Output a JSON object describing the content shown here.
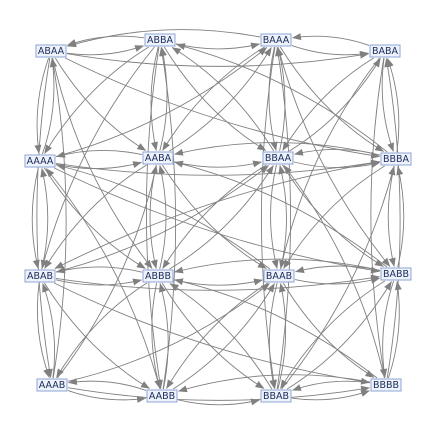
{
  "nodes": [
    {
      "id": "ABAA",
      "label": "ABAA"
    },
    {
      "id": "ABBA",
      "label": "ABBA"
    },
    {
      "id": "BAAA",
      "label": "BAAA"
    },
    {
      "id": "BABA",
      "label": "BABA"
    },
    {
      "id": "AAAA",
      "label": "AAAA"
    },
    {
      "id": "AABA",
      "label": "AABA"
    },
    {
      "id": "BBAA",
      "label": "BBAA"
    },
    {
      "id": "BBBA",
      "label": "BBBA"
    },
    {
      "id": "ABAB",
      "label": "ABAB"
    },
    {
      "id": "ABBB",
      "label": "ABBB"
    },
    {
      "id": "BAAB",
      "label": "BAAB"
    },
    {
      "id": "BABB",
      "label": "BABB"
    },
    {
      "id": "AAAB",
      "label": "AAAB"
    },
    {
      "id": "AABB",
      "label": "AABB"
    },
    {
      "id": "BBAB",
      "label": "BBAB"
    },
    {
      "id": "BBBB",
      "label": "BBBB"
    }
  ],
  "edges": [
    [
      "ABAA",
      "ABBA"
    ],
    [
      "ABBA",
      "BAAA"
    ],
    [
      "BAAA",
      "BABA"
    ],
    [
      "ABBA",
      "ABAA"
    ],
    [
      "BABA",
      "BAAA"
    ],
    [
      "BAAA",
      "ABAA"
    ],
    [
      "ABAA",
      "BABA"
    ],
    [
      "AAAA",
      "AABA"
    ],
    [
      "AABA",
      "BBAA"
    ],
    [
      "BBAA",
      "BBBA"
    ],
    [
      "BBBA",
      "BBAA"
    ],
    [
      "AABA",
      "AAAA"
    ],
    [
      "AAAA",
      "BBBA"
    ],
    [
      "BBBA",
      "AABA"
    ],
    [
      "ABAB",
      "ABBB"
    ],
    [
      "ABBB",
      "BAAB"
    ],
    [
      "BAAB",
      "BABB"
    ],
    [
      "BABB",
      "BAAB"
    ],
    [
      "ABBB",
      "ABAB"
    ],
    [
      "ABAB",
      "BABB"
    ],
    [
      "BABB",
      "ABBB"
    ],
    [
      "AAAB",
      "AABB"
    ],
    [
      "AABB",
      "BBAB"
    ],
    [
      "BBAB",
      "BBBB"
    ],
    [
      "BBBB",
      "BBAB"
    ],
    [
      "AABB",
      "AAAB"
    ],
    [
      "AAAB",
      "BBBB"
    ],
    [
      "BBBB",
      "AABB"
    ],
    [
      "ABAA",
      "AAAA"
    ],
    [
      "AAAA",
      "ABAB"
    ],
    [
      "ABAB",
      "AAAB"
    ],
    [
      "AAAB",
      "ABAB"
    ],
    [
      "ABAB",
      "AAAA"
    ],
    [
      "AAAA",
      "ABAA"
    ],
    [
      "ABAA",
      "AAAB"
    ],
    [
      "AAAB",
      "ABAA"
    ],
    [
      "ABBA",
      "AABA"
    ],
    [
      "AABA",
      "ABBB"
    ],
    [
      "ABBB",
      "AABB"
    ],
    [
      "AABB",
      "ABBB"
    ],
    [
      "ABBB",
      "AABA"
    ],
    [
      "AABA",
      "ABBA"
    ],
    [
      "ABBA",
      "AABB"
    ],
    [
      "AABB",
      "ABBA"
    ],
    [
      "BAAA",
      "BBAA"
    ],
    [
      "BBAA",
      "BAAB"
    ],
    [
      "BAAB",
      "BBAB"
    ],
    [
      "BBAB",
      "BAAB"
    ],
    [
      "BAAB",
      "BBAA"
    ],
    [
      "BBAA",
      "BAAA"
    ],
    [
      "BAAA",
      "BBAB"
    ],
    [
      "BBAB",
      "BAAA"
    ],
    [
      "BABA",
      "BBBA"
    ],
    [
      "BBBA",
      "BABB"
    ],
    [
      "BABB",
      "BBBB"
    ],
    [
      "BBBB",
      "BABB"
    ],
    [
      "BABB",
      "BBBA"
    ],
    [
      "BBBA",
      "BABA"
    ],
    [
      "BABA",
      "BBBB"
    ],
    [
      "BBBB",
      "BABA"
    ],
    [
      "ABAA",
      "AABA"
    ],
    [
      "AABA",
      "BAAA"
    ],
    [
      "ABBA",
      "AAAA"
    ],
    [
      "AAAA",
      "BAAA"
    ],
    [
      "BAAA",
      "AABA"
    ],
    [
      "BABA",
      "BBAA"
    ],
    [
      "BBAA",
      "ABBA"
    ],
    [
      "ABBA",
      "BBAA"
    ],
    [
      "BBAA",
      "BABA"
    ],
    [
      "BAAA",
      "BBBA"
    ],
    [
      "BBBA",
      "ABBA"
    ],
    [
      "ABAA",
      "BBBA"
    ],
    [
      "AAAA",
      "ABBB"
    ],
    [
      "ABBB",
      "BBAA"
    ],
    [
      "AABA",
      "ABAB"
    ],
    [
      "ABAB",
      "BBAA"
    ],
    [
      "BBAA",
      "BABB"
    ],
    [
      "BABB",
      "AABA"
    ],
    [
      "BBBA",
      "BAAB"
    ],
    [
      "BAAB",
      "AAAA"
    ],
    [
      "AABA",
      "BAAB"
    ],
    [
      "BBAA",
      "ABBB"
    ],
    [
      "BBBA",
      "ABAB"
    ],
    [
      "AAAA",
      "BABB"
    ],
    [
      "ABAB",
      "AABB"
    ],
    [
      "AABB",
      "BAAB"
    ],
    [
      "ABBB",
      "AAAB"
    ],
    [
      "AAAB",
      "BAAB"
    ],
    [
      "BAAB",
      "AABB"
    ],
    [
      "BABB",
      "BBAB"
    ],
    [
      "BBAB",
      "ABBB"
    ],
    [
      "ABBB",
      "BBAB"
    ],
    [
      "BBAB",
      "BABB"
    ],
    [
      "BAAB",
      "BBBB"
    ],
    [
      "BBBB",
      "ABBB"
    ],
    [
      "ABAB",
      "BBBB"
    ],
    [
      "ABAA",
      "ABBB"
    ],
    [
      "ABBA",
      "ABAB"
    ],
    [
      "BAAA",
      "BABB"
    ],
    [
      "BABA",
      "BAAB"
    ],
    [
      "AAAB",
      "AABA"
    ],
    [
      "AABB",
      "AAAA"
    ],
    [
      "BBAB",
      "BBBA"
    ],
    [
      "BBBB",
      "BBAA"
    ]
  ]
}
